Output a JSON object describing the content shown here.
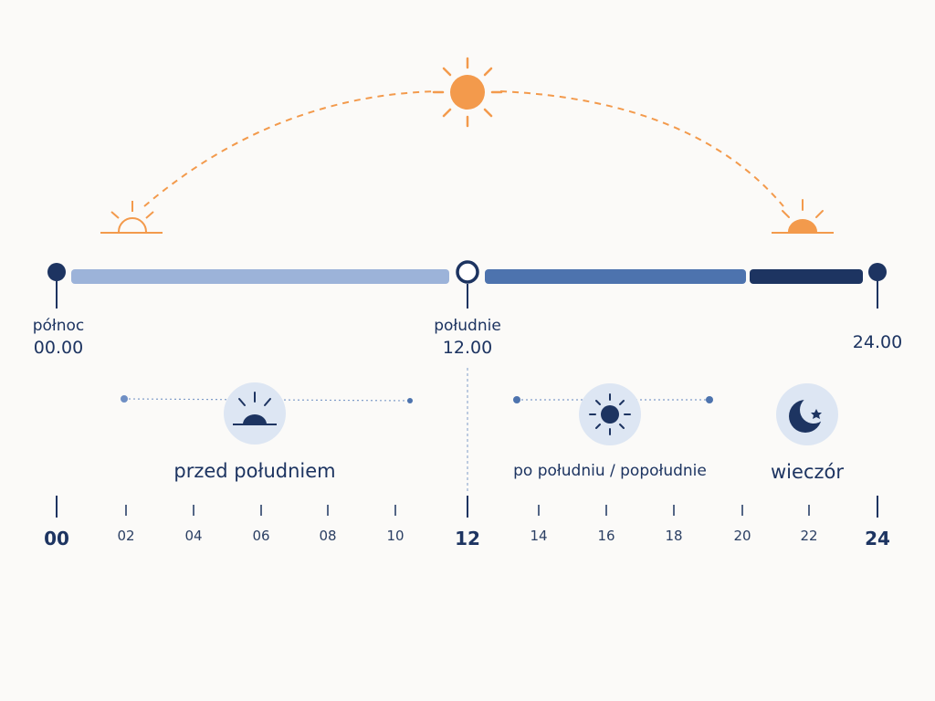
{
  "markers": {
    "midnight": {
      "name": "północ",
      "time": "00.00"
    },
    "noon": {
      "name": "południe",
      "time": "12.00"
    },
    "end": {
      "time": "24.00"
    }
  },
  "periods": {
    "morning": {
      "label": "przed południem",
      "icon": "sunrise-icon"
    },
    "afternoon": {
      "label": "po południu / popołudnie",
      "icon": "sun-icon"
    },
    "evening": {
      "label": "wieczór",
      "icon": "moon-icon"
    }
  },
  "ticks": {
    "major": [
      "00",
      "12",
      "24"
    ],
    "minor": [
      "02",
      "04",
      "06",
      "08",
      "10",
      "14",
      "16",
      "18",
      "20",
      "22"
    ]
  },
  "sky": {
    "rising_icon": "sunrise-icon",
    "noon_icon": "sun-icon",
    "setting_icon": "sunset-icon"
  },
  "colors": {
    "sun": "#f39a4c",
    "navy": "#1d3461",
    "morning_bar": "#9cb3d9",
    "afternoon_bar": "#4d73ae",
    "evening_bar": "#1d3461",
    "icon_circle": "#dde6f3"
  }
}
